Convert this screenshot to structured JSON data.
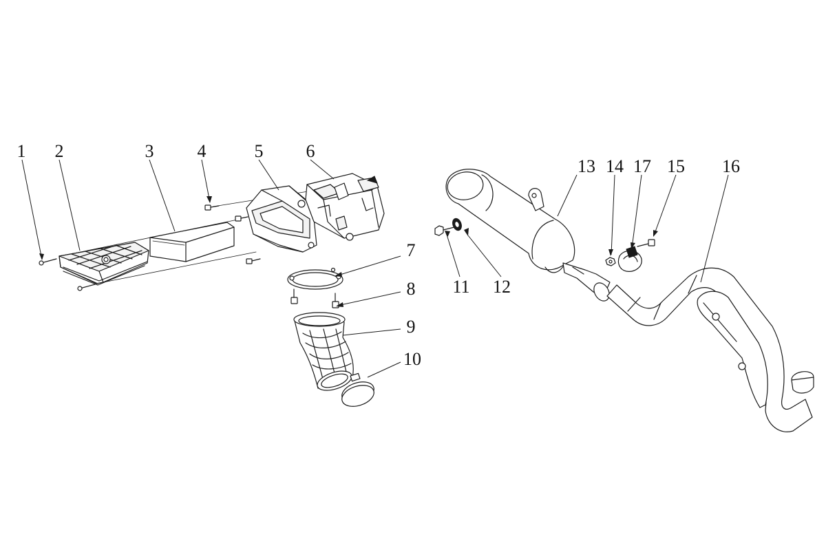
{
  "callouts": [
    {
      "label": "1",
      "part": "screw"
    },
    {
      "label": "2",
      "part": "filter-cage"
    },
    {
      "label": "3",
      "part": "air-filter"
    },
    {
      "label": "4",
      "part": "bolt"
    },
    {
      "label": "5",
      "part": "airbox-lower"
    },
    {
      "label": "6",
      "part": "airbox-upper"
    },
    {
      "label": "7",
      "part": "ring-gasket"
    },
    {
      "label": "8",
      "part": "bolt"
    },
    {
      "label": "9",
      "part": "intake-boot"
    },
    {
      "label": "10",
      "part": "hose-clamp"
    },
    {
      "label": "11",
      "part": "bolt"
    },
    {
      "label": "12",
      "part": "washer"
    },
    {
      "label": "13",
      "part": "muffler"
    },
    {
      "label": "14",
      "part": "nut"
    },
    {
      "label": "15",
      "part": "bolt"
    },
    {
      "label": "16",
      "part": "header-pipe"
    },
    {
      "label": "17",
      "part": "clamp"
    }
  ]
}
